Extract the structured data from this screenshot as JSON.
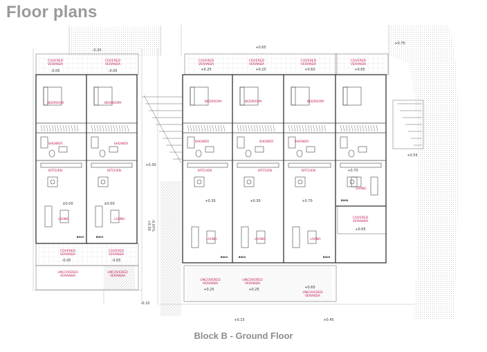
{
  "page": {
    "title": "Floor plans",
    "caption": "Block B - Ground Floor"
  },
  "colors": {
    "room_label": "#c0185a",
    "walls": "#333333",
    "hatch": "#b9b9b9",
    "title": "#9a9a9a"
  },
  "rooms": {
    "u1": {
      "cov_top": [
        "COVERED",
        "VERANDA"
      ],
      "bedroom": "BEDROOM",
      "shower": "SHOWER",
      "kitchen": "KITCHEN",
      "living": "LIVING",
      "cov_bot": [
        "COVERED",
        "VERANDA"
      ],
      "uncov": [
        "UNCOVERED",
        "VERANDA"
      ]
    },
    "u2": {
      "cov_top": [
        "COVERED",
        "VERANDA"
      ],
      "bedroom": "BEDROOM",
      "shower": "SHOWER",
      "kitchen": "KITCHEN",
      "living": "LIVING",
      "cov_bot": [
        "COVERED",
        "VERANDA"
      ],
      "uncov": [
        "UNCOVERED",
        "VERANDA"
      ]
    },
    "u3": {
      "cov_top": [
        "COVERED",
        "VERANDA"
      ],
      "bedroom": "BEDROOM",
      "shower": "SHOWER",
      "kitchen": "KITCHEN",
      "living": "LIVING",
      "uncov": [
        "UNCOVERED",
        "VERANDA"
      ]
    },
    "u4": {
      "cov_top": [
        "COVERED",
        "VERANDA"
      ],
      "bedroom": "BEDROOM",
      "shower": "SHOWER",
      "kitchen": "KITCHEN",
      "living": "LIVING",
      "uncov": [
        "UNCOVERED",
        "VERANDA"
      ]
    },
    "u5": {
      "cov_top": [
        "COVERED",
        "VERANDA"
      ],
      "bedroom": "BEDROOM",
      "shower": "SHOWER",
      "kitchen": "KITCHEN",
      "living": "LIVING",
      "uncov": [
        "UNCOVERED",
        "VERANDA"
      ]
    },
    "u6": {
      "cov_top": [
        "COVERED",
        "VERANDA"
      ],
      "living": "LIVING",
      "cov_mid": [
        "COVERED",
        "VERANDA"
      ]
    }
  },
  "doors": {
    "d1": "B003",
    "d2": "B003",
    "d3": "B004",
    "d4": "B004",
    "d5": "B005",
    "d6": "B006"
  },
  "levels": {
    "top_left": "-0.20",
    "top_mid": "+0.65",
    "top_right": "+0.70",
    "u1_top": "-0.05",
    "u2_top": "-0.05",
    "u3_top": "+0.25",
    "u4_top": "+0.25",
    "u5_top": "+0.65",
    "u6_top": "+0.65",
    "u1_floor": "±0.00",
    "u2_floor": "±0.00",
    "corridor": "+0.30",
    "u3_floor": "+0.30",
    "u4_floor": "+0.30",
    "u5_floor": "+0.70",
    "u6_floor": "+0.70",
    "stair": "+0.55",
    "u6_ver": "+0.65",
    "u1_bot": "-0.05",
    "u2_bot": "-0.05",
    "u3_bot": "+0.25",
    "u4_bot": "+0.25",
    "u5_bot": "+0.65",
    "bottom_left": "-0.10",
    "bottom_mid": "+0.15",
    "bottom_right": "+0.45",
    "vertical_note": [
      "+0.30",
      "-0.07%"
    ]
  }
}
